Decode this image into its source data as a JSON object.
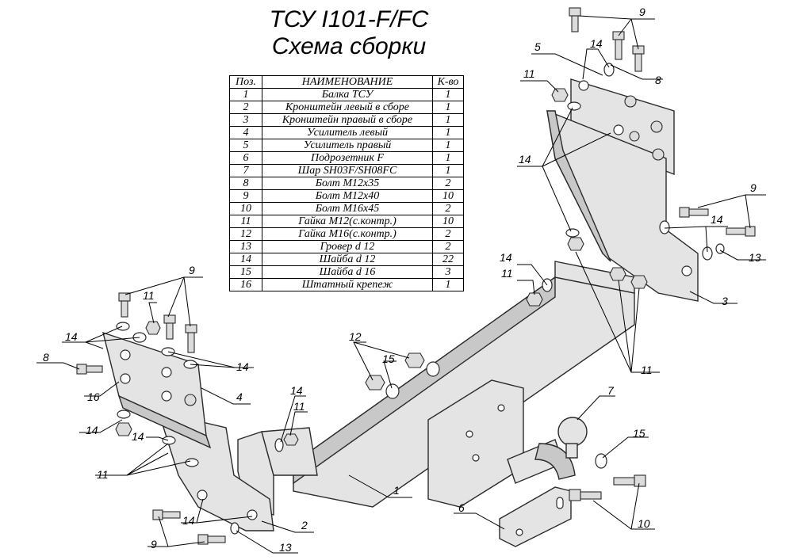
{
  "title": {
    "line1": "ТСУ I101-F/FC",
    "line2": "Схема сборки"
  },
  "table": {
    "headers": {
      "pos": "Поз.",
      "name": "НАИМЕНОВАНИЕ",
      "qty": "К-во"
    },
    "rows": [
      {
        "pos": "1",
        "name": "Балка ТСУ",
        "qty": "1"
      },
      {
        "pos": "2",
        "name": "Кронштейн левый в сборе",
        "qty": "1"
      },
      {
        "pos": "3",
        "name": "Кронштейн правый в сборе",
        "qty": "1"
      },
      {
        "pos": "4",
        "name": "Усилитель левый",
        "qty": "1"
      },
      {
        "pos": "5",
        "name": "Усилитель правый",
        "qty": "1"
      },
      {
        "pos": "6",
        "name": "Подрозетник F",
        "qty": "1"
      },
      {
        "pos": "7",
        "name": "Шар SH03F/SH08FC",
        "qty": "1"
      },
      {
        "pos": "8",
        "name": "Болт М12х35",
        "qty": "2"
      },
      {
        "pos": "9",
        "name": "Болт М12х40",
        "qty": "10"
      },
      {
        "pos": "10",
        "name": "Болт М16х45",
        "qty": "2"
      },
      {
        "pos": "11",
        "name": "Гайка М12(с.контр.)",
        "qty": "10"
      },
      {
        "pos": "12",
        "name": "Гайка  М16(с.контр.)",
        "qty": "2"
      },
      {
        "pos": "13",
        "name": "Гровер d 12",
        "qty": "2"
      },
      {
        "pos": "14",
        "name": "Шайба d 12",
        "qty": "22"
      },
      {
        "pos": "15",
        "name": "Шайба d 16",
        "qty": "3"
      },
      {
        "pos": "16",
        "name": "Штатный крепеж",
        "qty": "1"
      }
    ]
  },
  "callouts": [
    {
      "id": "c9a",
      "text": "9"
    },
    {
      "id": "c14a",
      "text": "14"
    },
    {
      "id": "c5",
      "text": "5"
    },
    {
      "id": "c8a",
      "text": "8"
    },
    {
      "id": "c11a",
      "text": "11"
    },
    {
      "id": "c14b",
      "text": "14"
    },
    {
      "id": "c9b",
      "text": "9"
    },
    {
      "id": "c14c",
      "text": "14"
    },
    {
      "id": "c13a",
      "text": "13"
    },
    {
      "id": "c3",
      "text": "3"
    },
    {
      "id": "c14d",
      "text": "14"
    },
    {
      "id": "c11b",
      "text": "11"
    },
    {
      "id": "c11c",
      "text": "11"
    },
    {
      "id": "c9c",
      "text": "9"
    },
    {
      "id": "c11d",
      "text": "11"
    },
    {
      "id": "c14e",
      "text": "14"
    },
    {
      "id": "c14f",
      "text": "14"
    },
    {
      "id": "c8b",
      "text": "8"
    },
    {
      "id": "c16",
      "text": "16"
    },
    {
      "id": "c4",
      "text": "4"
    },
    {
      "id": "c12",
      "text": "12"
    },
    {
      "id": "c15a",
      "text": "15"
    },
    {
      "id": "c14g",
      "text": "14"
    },
    {
      "id": "c11e",
      "text": "11"
    },
    {
      "id": "c7",
      "text": "7"
    },
    {
      "id": "c15b",
      "text": "15"
    },
    {
      "id": "c14h",
      "text": "14"
    },
    {
      "id": "c14i",
      "text": "14"
    },
    {
      "id": "c11f",
      "text": "11"
    },
    {
      "id": "c1",
      "text": "1"
    },
    {
      "id": "c6",
      "text": "6"
    },
    {
      "id": "c10",
      "text": "10"
    },
    {
      "id": "c14j",
      "text": "14"
    },
    {
      "id": "c2",
      "text": "2"
    },
    {
      "id": "c9d",
      "text": "9"
    },
    {
      "id": "c13b",
      "text": "13"
    }
  ],
  "colors": {
    "metal": "#e4e4e4",
    "outline": "#2a2a2a"
  }
}
